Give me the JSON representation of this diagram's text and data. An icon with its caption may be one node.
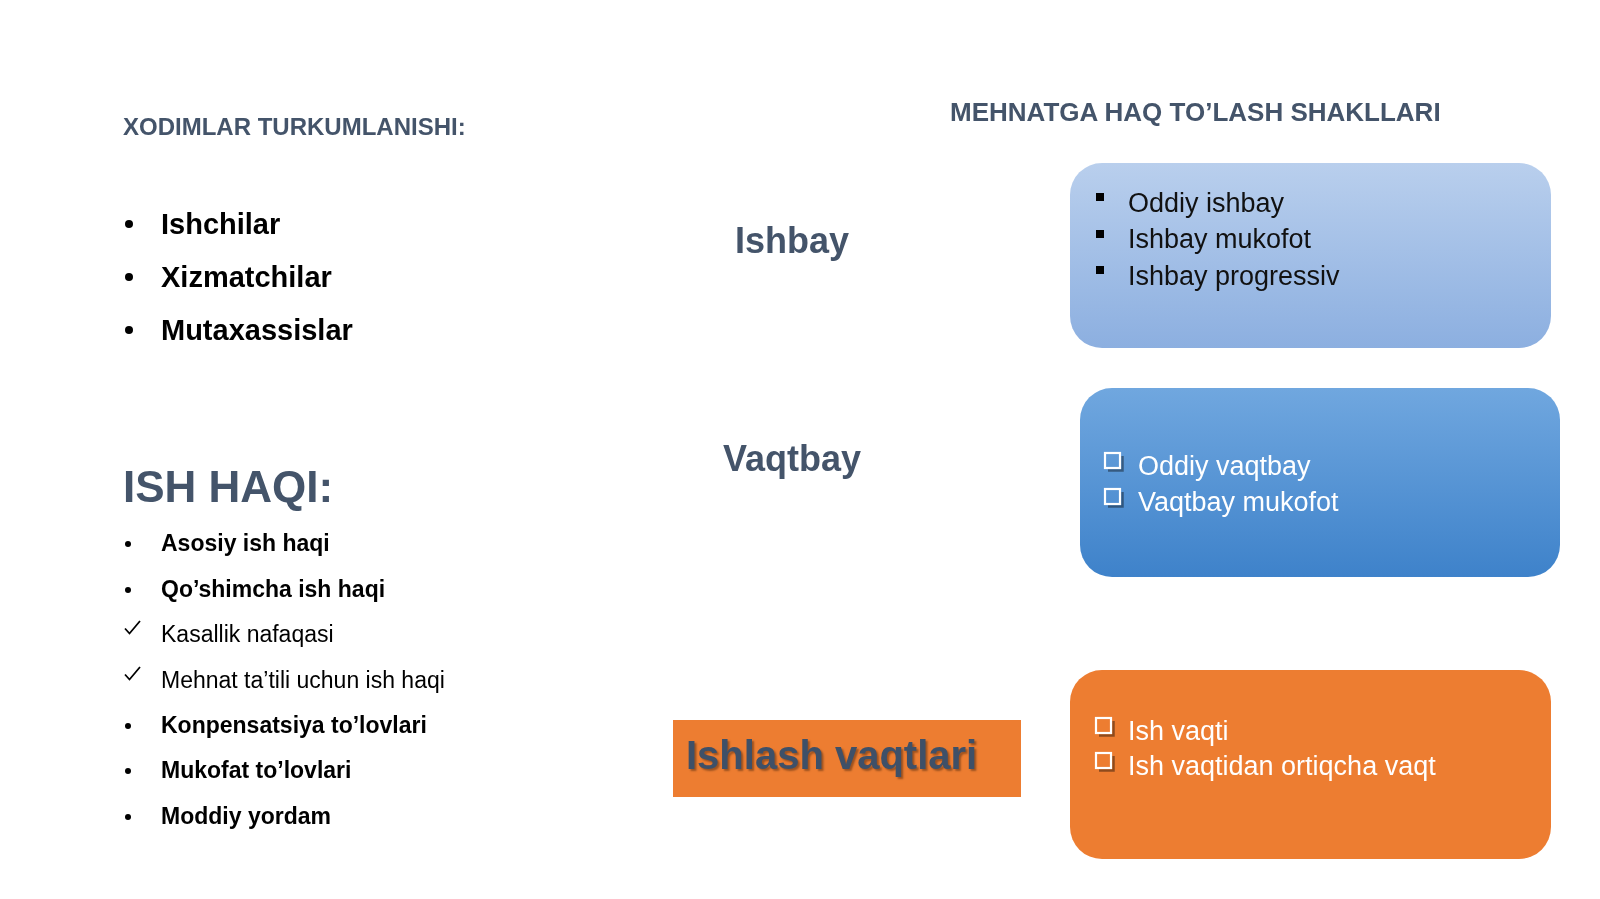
{
  "diagram": {
    "nodes": [
      {
        "text": [
          "Oddiy ishbay",
          "Ishbay mukofot",
          "Ishbay progressiv"
        ]
      },
      {
        "text": [
          "Oddiy vaqtbay",
          "Vaqtbay mukofot"
        ]
      },
      {
        "text": [
          "Ishlash vaqtlari"
        ]
      },
      {
        "text": [
          "Ish vaqti",
          "Ish vaqtidan ortiqcha vaqt"
        ]
      }
    ],
    "labels": [
      "XODIMLAR TURKUMLANISHI:",
      "Ishchilar",
      "Xizmatchilar",
      "Mutaxassislar",
      "ISH HAQI:",
      "Asosiy ish haqi",
      "Qo’shimcha ish haqi",
      "Kasallik nafaqasi",
      "Mehnat ta’tili uchun ish haqi",
      "Konpensatsiya to’lovlari",
      "Mukofat to’lovlari",
      "Moddiy yordam",
      "MEHNATGA HAQ TO’LASH SHAKLLARI",
      "Ishbay",
      "Vaqtbay"
    ]
  }
}
